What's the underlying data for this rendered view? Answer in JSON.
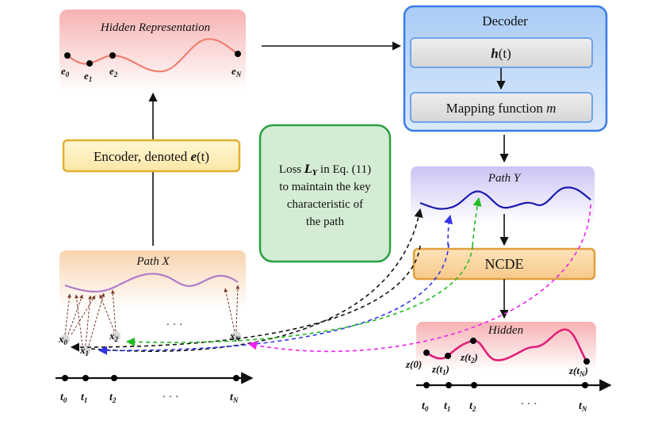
{
  "hidden_representation": {
    "title": "Hidden Representation",
    "labels": [
      "e",
      "e",
      "e",
      "e"
    ],
    "subscripts": [
      "0",
      "1",
      "2",
      "N"
    ]
  },
  "encoder": {
    "label_prefix": "Encoder, denoted ",
    "label_symbol": "e",
    "label_suffix": "(t)"
  },
  "path_x": {
    "title": "Path X",
    "point_labels": [
      "x",
      "x",
      "x",
      "x"
    ],
    "point_subscripts": [
      "0",
      "1",
      "2",
      "N"
    ],
    "ellipsis": "· · ·"
  },
  "time_axis_left": {
    "labels": [
      "t",
      "t",
      "t",
      "t"
    ],
    "subscripts": [
      "0",
      "1",
      "2",
      "N"
    ],
    "ellipsis": "· · ·"
  },
  "decoder": {
    "title": "Decoder",
    "h_symbol": "h",
    "h_suffix": "(t)",
    "mapping_prefix": "Mapping function ",
    "mapping_symbol": "m"
  },
  "loss": {
    "line1_prefix": "Loss ",
    "line1_symbol": "L",
    "line1_symbol_sub": "Y",
    "line1_suffix": " in Eq. (11)",
    "line2": "to maintain the key",
    "line3": "characteristic of",
    "line4": "the path"
  },
  "path_y": {
    "title": "Path Y"
  },
  "ncde": {
    "label": "NCDE"
  },
  "hidden": {
    "title": "Hidden",
    "z_labels": [
      "z(0)",
      "z(t",
      "z(t",
      "z(t"
    ],
    "z_subscripts": [
      "",
      "1",
      "2",
      "N"
    ],
    "z_closers": [
      "",
      ")",
      ")",
      ")"
    ]
  },
  "time_axis_right": {
    "labels": [
      "t",
      "t",
      "t",
      "t"
    ],
    "subscripts": [
      "0",
      "1",
      "2",
      "N"
    ],
    "ellipsis": "· · ·"
  },
  "colors": {
    "hidden_rep_curve": "#f08070",
    "path_x_curve": "#b07ac8",
    "path_y_curve": "#1a1ab0",
    "hidden_curve": "#e0207a",
    "decoder_border": "#3a7be8",
    "encoder_border": "#e0b030",
    "loss_border": "#2aa040",
    "arrow_black": "#111111",
    "arrow_blue": "#3333ee",
    "arrow_green": "#22bb22",
    "arrow_magenta": "#ee22ee"
  }
}
